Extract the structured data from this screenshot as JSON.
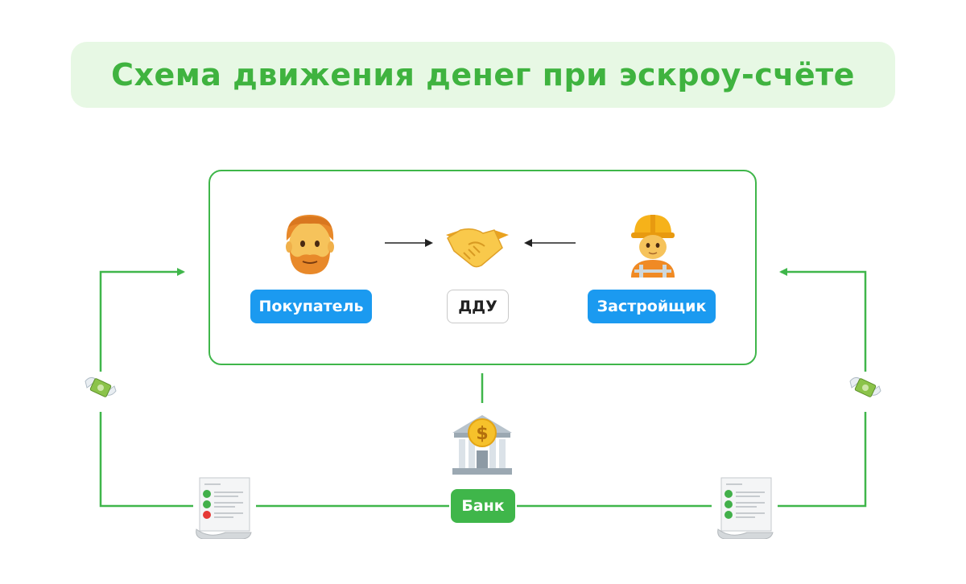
{
  "title": "Схема движения денег при эскроу-счёте",
  "colors": {
    "green": "#3fb64a",
    "blue": "#1b9af0",
    "title_bg": "#e7f8e4",
    "title_text": "#3fb33f"
  },
  "nodes": {
    "buyer": {
      "label": "Покупатель",
      "icon": "person-beard-icon"
    },
    "contract": {
      "label": "ДДУ",
      "icon": "handshake-icon"
    },
    "developer": {
      "label": "Застройщик",
      "icon": "construction-worker-icon"
    },
    "bank": {
      "label": "Банк",
      "icon": "bank-building-icon"
    }
  },
  "flow_icons": {
    "money": "money-with-wings-icon",
    "document": "document-checklist-icon"
  }
}
